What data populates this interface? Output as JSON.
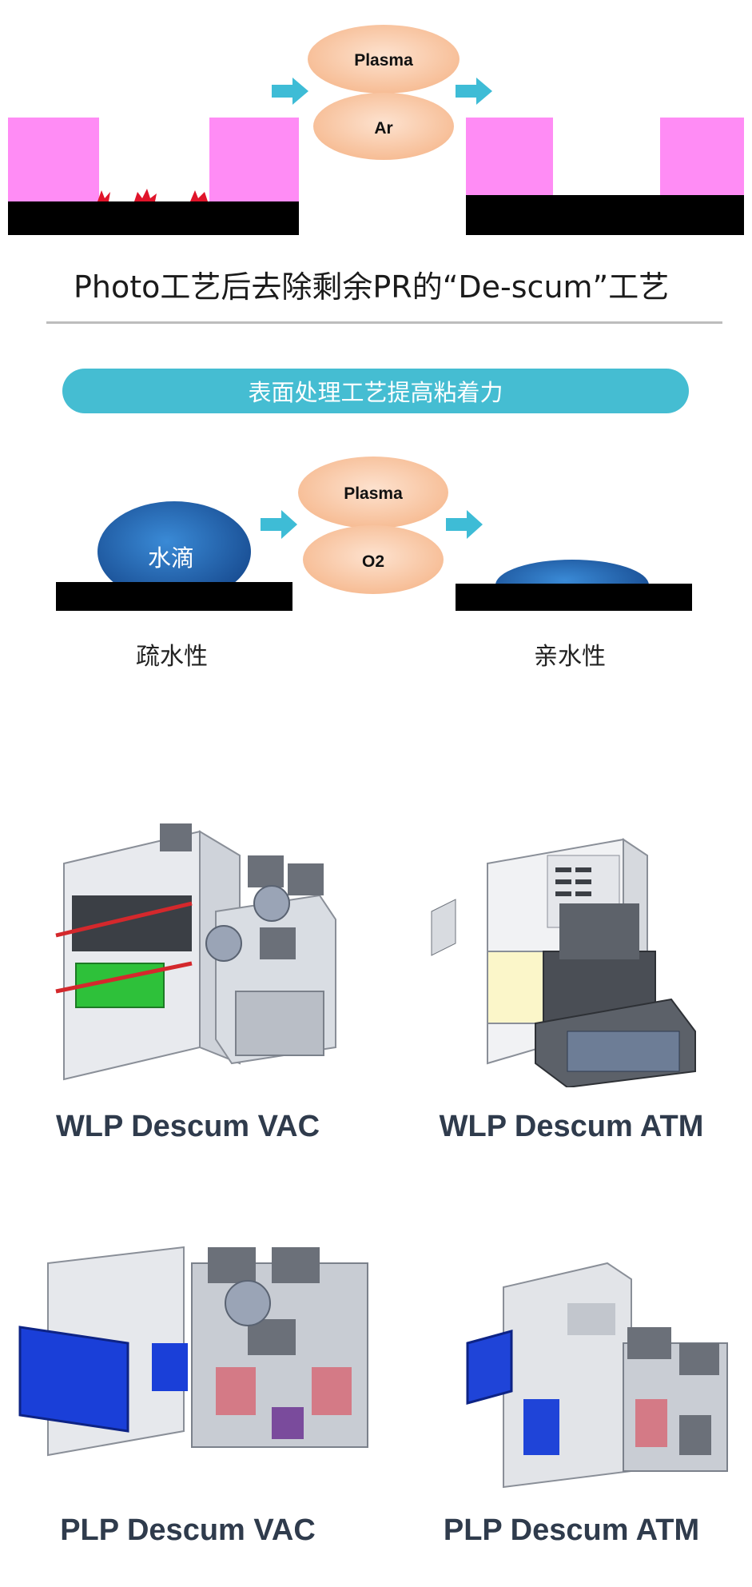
{
  "section1": {
    "ellipse_top_label": "Plasma",
    "ellipse_bottom_label": "Ar",
    "caption": "Photo工艺后去除剩余PR的“De-scum”工艺"
  },
  "banner": "表面处理工艺提高粘着力",
  "section2": {
    "ellipse_top_label": "Plasma",
    "ellipse_bottom_label": "O2",
    "droplet_label": "水滴",
    "left_label": "疏水性",
    "right_label": "亲水性"
  },
  "machines": [
    {
      "title": "WLP Descum VAC"
    },
    {
      "title": "WLP Descum ATM"
    },
    {
      "title": "PLP Descum VAC"
    },
    {
      "title": "PLP Descum ATM"
    }
  ],
  "colors": {
    "pink_block": "#ff8cf5",
    "substrate": "#000000",
    "arrow": "#3ebcd6",
    "ellipse_fill": "#f9c8a6",
    "banner": "#45bdd2",
    "droplet": "#1f5ea8",
    "residue": "#e0142a"
  }
}
